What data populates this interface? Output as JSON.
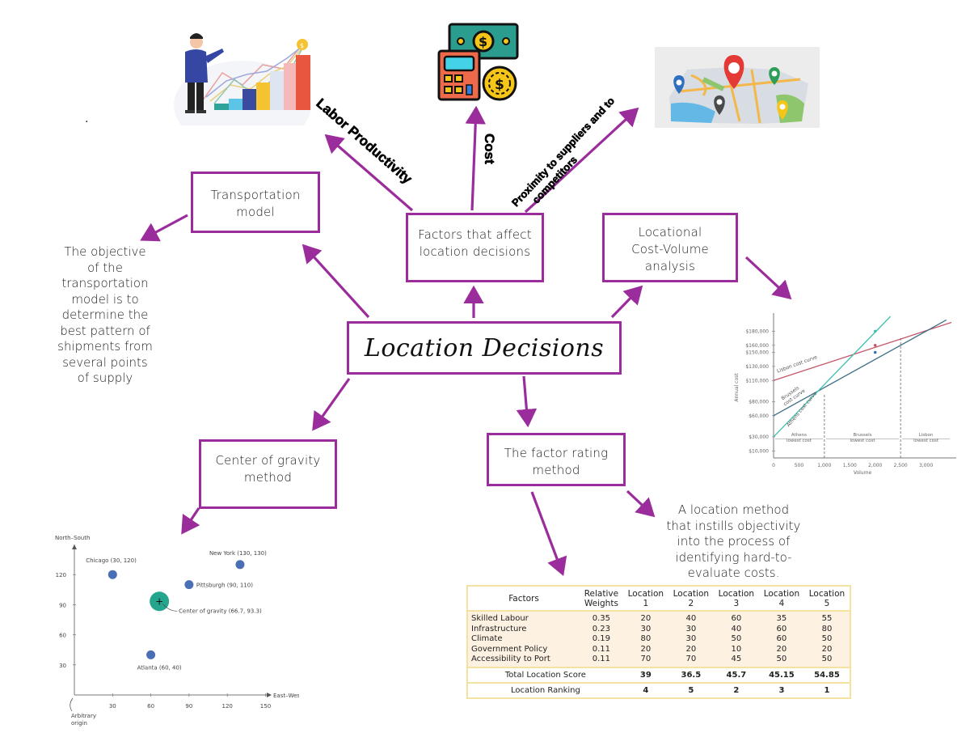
{
  "central": {
    "title": "Location Decisions"
  },
  "nodes": {
    "transportation": {
      "label_line1": "Transportation",
      "label_line2": "model"
    },
    "factors": {
      "label_line1": "Factors that affect",
      "label_line2": "location decisions"
    },
    "cost_volume": {
      "label_line1": "Locational",
      "label_line2": "Cost-Volume",
      "label_line3": "analysis"
    },
    "center_gravity": {
      "label_line1": "Center of gravity",
      "label_line2": "method"
    },
    "factor_rating": {
      "label_line1": "The factor rating",
      "label_line2": "method"
    }
  },
  "branch_labels": {
    "labor": "Labor Productivity",
    "cost": "Cost",
    "proximity_line1": "Proximity to suppliers and to",
    "proximity_line2": "competitors"
  },
  "stray_dot": ".",
  "descriptions": {
    "transportation": [
      "The objective",
      "of the",
      "transportation",
      "model is to",
      "determine the",
      "best pattern of",
      "shipments from",
      "several points",
      "of supply"
    ],
    "factor_rating": [
      "A location method",
      "that instills objectivity",
      "into the process of",
      "identifying hard-to-",
      "evaluate costs."
    ]
  },
  "icons": {
    "labor": "businessman-chart-illustration-icon",
    "cost": "money-calculator-coin-icon",
    "proximity": "map-with-pins-icon"
  },
  "colors": {
    "accent": "#9b2c9b",
    "teal": "#2bb5a0",
    "pin_blue": "#4a6fb5"
  },
  "chart_data": [
    {
      "type": "line",
      "title": "",
      "xlabel": "Volume",
      "ylabel": "Annual cost",
      "xlim": [
        0,
        3500
      ],
      "ylim": [
        0,
        200000
      ],
      "x_ticks": [
        0,
        500,
        1000,
        1500,
        2000,
        2500,
        3000
      ],
      "x_tick_labels": [
        "0",
        "500",
        "1,000",
        "1,500",
        "2,000",
        "2,500",
        "3,000"
      ],
      "y_ticks": [
        10000,
        30000,
        60000,
        80000,
        110000,
        130000,
        150000,
        160000,
        180000
      ],
      "y_tick_labels": [
        "$10,000",
        "$30,000",
        "$60,000",
        "$80,000",
        "$110,000",
        "$130,000",
        "$150,000",
        "$160,000",
        "$180,000"
      ],
      "series": [
        {
          "name": "Lisbon cost curve",
          "label_line1": "Lisbon cost curve",
          "color": "#c4576a",
          "x": [
            0,
            3500
          ],
          "y": [
            110000,
            192500
          ]
        },
        {
          "name": "Brussels cost curve",
          "label_line1": "Brussels",
          "label_line2": "cost curve",
          "color": "#3e6f86",
          "x": [
            0,
            3400
          ],
          "y": [
            60000,
            196000
          ]
        },
        {
          "name": "Athens cost curve",
          "label_line1": "Athens cost curve",
          "color": "#3fbfb0",
          "x": [
            0,
            2300
          ],
          "y": [
            30000,
            201000
          ]
        }
      ],
      "markers": [
        {
          "x": 2000,
          "y": 180000,
          "color": "#3fbfb0"
        },
        {
          "x": 2000,
          "y": 160000,
          "color": "#c4576a"
        },
        {
          "x": 2000,
          "y": 150000,
          "color": "#3e6ab0"
        }
      ],
      "breakpoints": [
        1000,
        2500
      ],
      "regions": [
        {
          "line1": "Athens",
          "line2": "lowest cost"
        },
        {
          "line1": "Brussels",
          "line2": "lowest cost"
        },
        {
          "line1": "Lisbon",
          "line2": "lowest cost"
        }
      ]
    },
    {
      "type": "scatter",
      "xlabel": "East–West",
      "ylabel": "North–South",
      "xlim": [
        0,
        170
      ],
      "ylim": [
        0,
        150
      ],
      "x_ticks": [
        30,
        60,
        90,
        120,
        150
      ],
      "y_ticks": [
        30,
        60,
        90,
        120
      ],
      "points": [
        {
          "name": "Chicago",
          "label": "Chicago (30, 120)",
          "x": 30,
          "y": 120
        },
        {
          "name": "New York",
          "label": "New York (130, 130)",
          "x": 130,
          "y": 130
        },
        {
          "name": "Pittsburgh",
          "label": "Pittsburgh (90, 110)",
          "x": 90,
          "y": 110
        },
        {
          "name": "Atlanta",
          "label": "Atlanta (60, 40)",
          "x": 60,
          "y": 40
        }
      ],
      "center": {
        "label": "Center of gravity (66.7, 93.3)",
        "x": 66.7,
        "y": 93.3
      },
      "origin_note_line1": "Arbitrary",
      "origin_note_line2": "origin"
    },
    {
      "type": "table",
      "headers": [
        {
          "line1": "Factors",
          "line2": ""
        },
        {
          "line1": "Relative",
          "line2": "Weights"
        },
        {
          "line1": "Location",
          "line2": "1"
        },
        {
          "line1": "Location",
          "line2": "2"
        },
        {
          "line1": "Location",
          "line2": "3"
        },
        {
          "line1": "Location",
          "line2": "4"
        },
        {
          "line1": "Location",
          "line2": "5"
        }
      ],
      "rows": [
        [
          "Skilled Labour",
          "0.35",
          "20",
          "40",
          "60",
          "35",
          "55"
        ],
        [
          "Infrastructure",
          "0.23",
          "30",
          "30",
          "40",
          "60",
          "80"
        ],
        [
          "Climate",
          "0.19",
          "80",
          "30",
          "50",
          "60",
          "50"
        ],
        [
          "Government Policy",
          "0.11",
          "20",
          "20",
          "10",
          "20",
          "20"
        ],
        [
          "Accessibility to Port",
          "0.11",
          "70",
          "70",
          "45",
          "50",
          "50"
        ]
      ],
      "total": {
        "label": "Total Location Score",
        "values": [
          "39",
          "36.5",
          "45.7",
          "45.15",
          "54.85"
        ]
      },
      "ranking": {
        "label": "Location Ranking",
        "values": [
          "4",
          "5",
          "2",
          "3",
          "1"
        ]
      }
    }
  ]
}
